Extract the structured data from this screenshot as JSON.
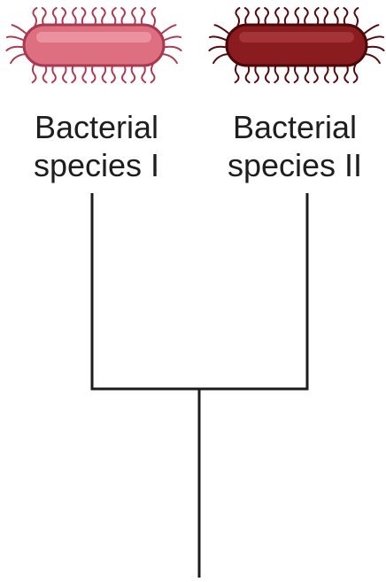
{
  "species": [
    {
      "line1": "Bacterial",
      "line2": "species I",
      "body_color": "#dd6f80",
      "body_highlight": "#ee98a4",
      "outline_color": "#a8394f",
      "flagella_color": "#b03a50"
    },
    {
      "line1": "Bacterial",
      "line2": "species II",
      "body_color": "#8a1b1f",
      "body_highlight": "#a8373a",
      "outline_color": "#4c0709",
      "flagella_color": "#570a0d"
    }
  ],
  "tree": {
    "line_color": "#1c1c1c"
  }
}
